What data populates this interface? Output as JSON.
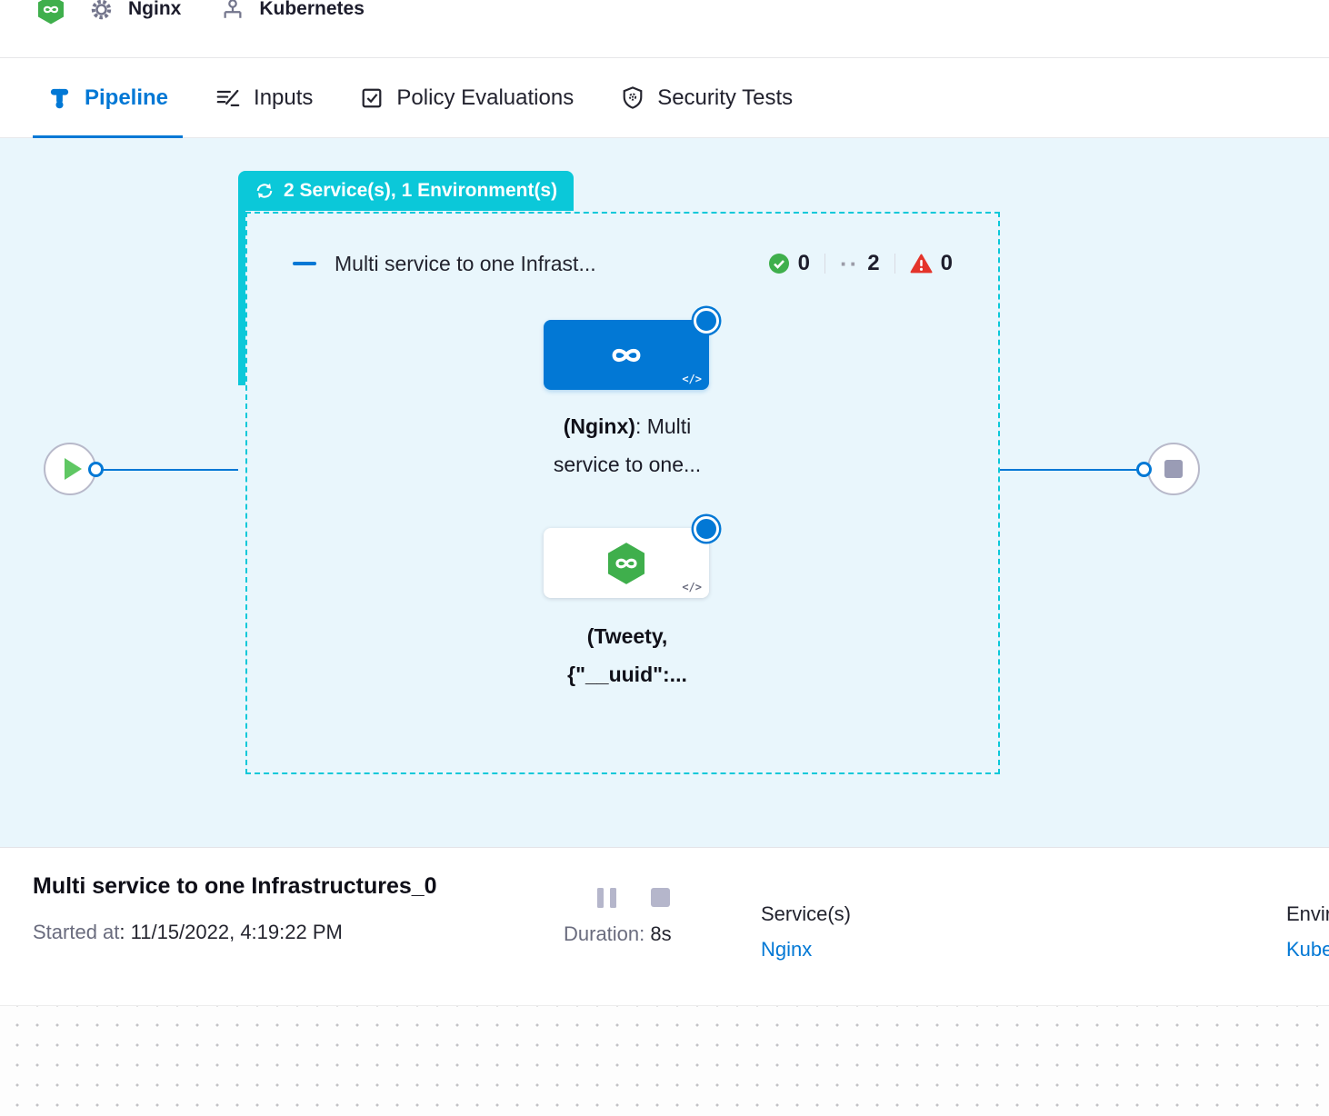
{
  "topbar": {
    "items": [
      {
        "icon": "gear-icon",
        "label": "Nginx"
      },
      {
        "icon": "kubernetes-icon",
        "label": "Kubernetes"
      }
    ]
  },
  "tabs": [
    {
      "label": "Pipeline",
      "active": true
    },
    {
      "label": "Inputs",
      "active": false
    },
    {
      "label": "Policy Evaluations",
      "active": false
    },
    {
      "label": "Security Tests",
      "active": false
    }
  ],
  "canvas": {
    "group_badge": "2 Service(s), 1 Environment(s)",
    "group_title": "Multi service to one Infrast...",
    "counts": {
      "success": "0",
      "pending_dots": "··",
      "pending": "2",
      "failed": "0"
    },
    "stages": {
      "nginx": {
        "label_bold": "(Nginx)",
        "label_rest": ": Multi",
        "label_line2": "service to one...",
        "code_badge": "</>"
      },
      "tweety": {
        "label_line1": "(Tweety,",
        "label_line2": "{\"__uuid\":...",
        "code_badge": "</>"
      }
    }
  },
  "footer": {
    "title": "Multi service to one Infrastructures_0",
    "started_label": "Started at",
    "started_value": ": 11/15/2022, 4:19:22 PM",
    "duration_label": "Duration:",
    "duration_value": "8s",
    "services_label": "Service(s)",
    "services_value": "Nginx",
    "environments_label": "Environment(s)",
    "environments_value": "Kubernetes"
  },
  "colors": {
    "accent_blue": "#0278d5",
    "teal": "#0bc8d9",
    "green": "#3faf4c",
    "red": "#e4342b"
  }
}
